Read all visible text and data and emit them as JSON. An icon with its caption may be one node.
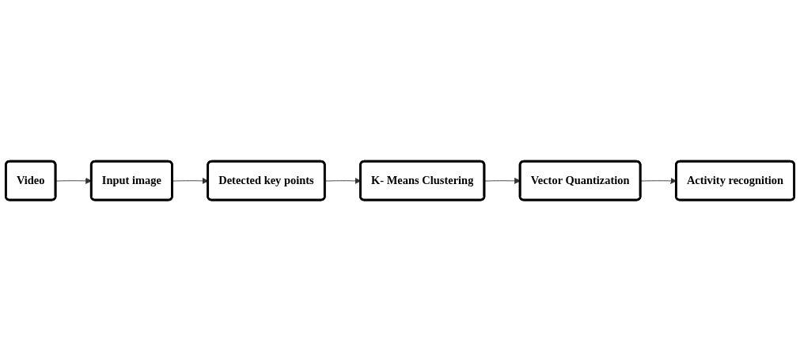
{
  "diagram": {
    "nodes": [
      {
        "text": [
          "Video"
        ]
      },
      {
        "text": [
          "Input image"
        ]
      },
      {
        "text": [
          "Detected key points"
        ]
      },
      {
        "text": [
          "K- Means Clustering"
        ]
      },
      {
        "text": [
          "Vector Quantization"
        ]
      },
      {
        "text": [
          "Activity recognition"
        ]
      }
    ],
    "edges": [
      {
        "from": 0,
        "to": 1,
        "arrow": "to"
      },
      {
        "from": 1,
        "to": 2,
        "arrow": "to"
      },
      {
        "from": 2,
        "to": 3,
        "arrow": "to"
      },
      {
        "from": 3,
        "to": 4,
        "arrow": "to"
      },
      {
        "from": 4,
        "to": 5,
        "arrow": "to"
      }
    ]
  }
}
